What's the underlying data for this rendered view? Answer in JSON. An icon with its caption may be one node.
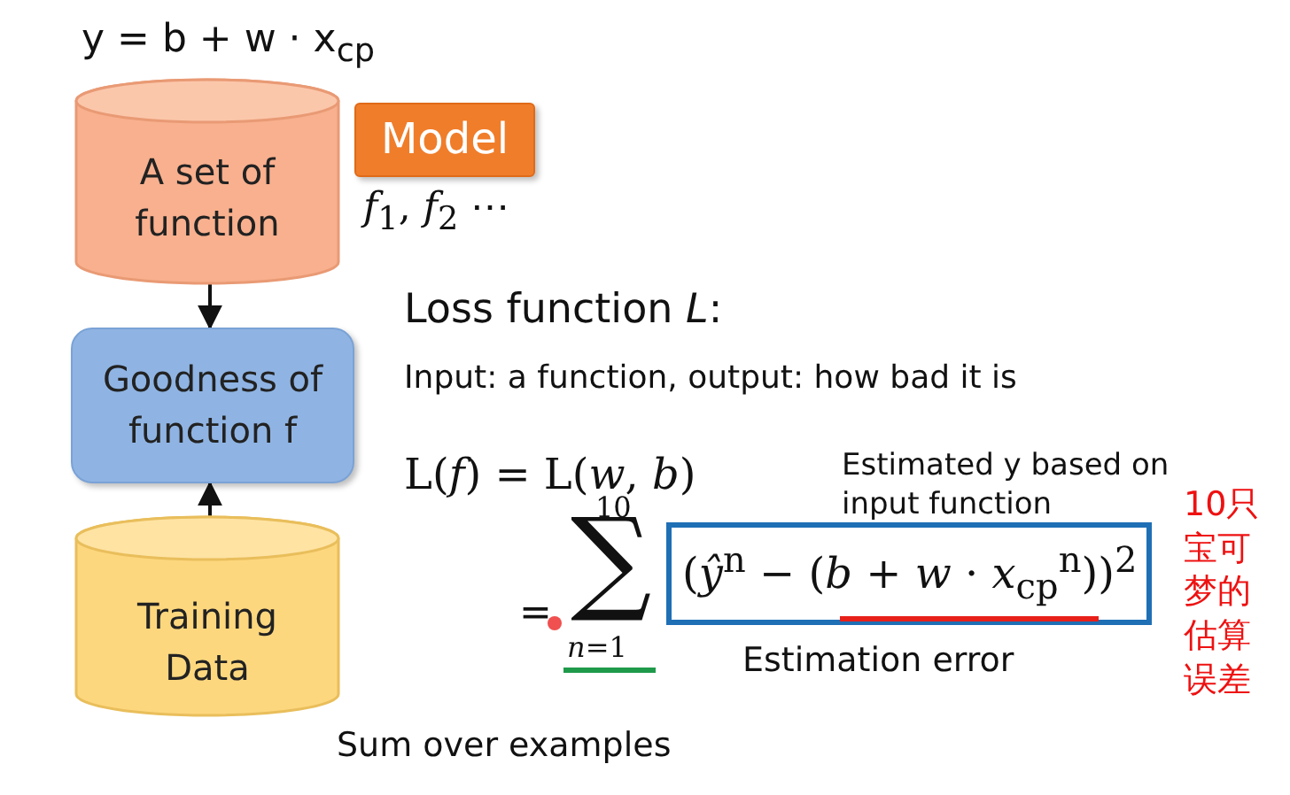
{
  "diagram": {
    "nodes": [
      {
        "text": [
          "A set of function"
        ]
      },
      {
        "text": [
          "Model"
        ]
      },
      {
        "text": [
          "Goodness of function f"
        ]
      },
      {
        "text": [
          "Training Data"
        ]
      },
      {
        "text": [
          "(*ŷ*$^{n}$ − (*b* + *w* · *x*$_{cp}$$^{n}$))$^{2}$"
        ],
        "beside": [
          "Estimation error"
        ]
      }
    ],
    "edges": [
      {
        "from": 0,
        "to": 2,
        "arrow": "to"
      },
      {
        "from": 3,
        "to": 2,
        "arrow": "to"
      }
    ],
    "labels": [
      "y = b + w · x$_{cp}$",
      "*f*$_{1}$, *f*$_{2}$ ⋯",
      "Loss function *L*:",
      "Input: a function, output: how bad it is",
      "L(*f*) = L(*w*, *b*)",
      "Estimated y based on input function",
      "=",
      "10",
      "∑",
      "*n*=1",
      "Sum over examples",
      "10只宝可梦的估算误差"
    ]
  }
}
